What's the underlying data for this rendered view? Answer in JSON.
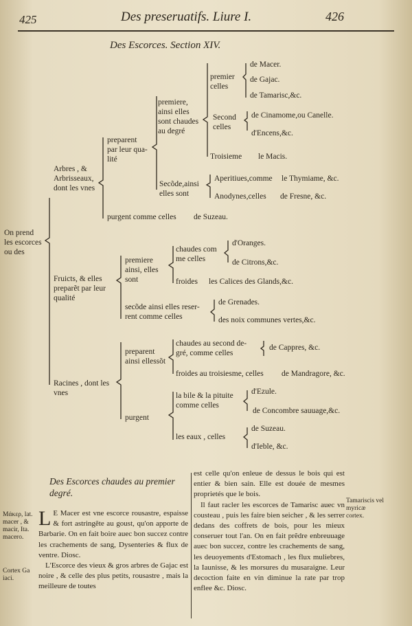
{
  "header": {
    "page_left": "425",
    "title": "Des preseruatifs.  Liure I.",
    "page_right": "426"
  },
  "section_title": "Des Escorces.  Section XIV.",
  "tree": {
    "root": [
      "On prend",
      "les escorces",
      "ou des"
    ],
    "arbres": [
      "Arbres ,  &",
      "Arbrisseaux,",
      "dont les vnes"
    ],
    "preparent": [
      "preparent",
      "par leur qua-",
      "lité"
    ],
    "premiere": [
      "premiere,",
      "ainsi elles",
      "sont chaudes",
      "au degré"
    ],
    "premier_celles": [
      "premier",
      "celles"
    ],
    "premier_items": [
      "de Macer.",
      "de Gajac.",
      "de Tamarisc,&c."
    ],
    "second_celles": [
      "Second",
      "celles"
    ],
    "second_items": [
      "de Cinamome,ou Canelle.",
      "d'Encens,&c."
    ],
    "troisieme": "Troisieme",
    "troisieme_item": "le Macis.",
    "secode": [
      "Secõde,ainsi",
      "elles sont"
    ],
    "secode_items": [
      "Aperitiues,comme",
      "Anodynes,celles"
    ],
    "secode_sub": [
      "le Thymiame, &c.",
      "de Fresne, &c."
    ],
    "purgent_arbres": "purgent comme celles",
    "purgent_arbres_item": "de Suzeau.",
    "fruicts": [
      "Fruicts,  &  elles",
      "preparẽt par leur",
      "qualité"
    ],
    "premiere2": [
      "premiere",
      "ainsi, elles",
      "sont"
    ],
    "chaudes_com": [
      "chaudes com",
      "me celles"
    ],
    "chaudes_items": [
      "d'Oranges.",
      "de Citrons,&c."
    ],
    "froides": "froides",
    "froides_item": "les Calices des Glands,&c.",
    "secode2": [
      "secõde ainsi elles reser-",
      "rent comme celles"
    ],
    "secode2_items": [
      "de Grenades.",
      "des noix communes vertes,&c."
    ],
    "racines": [
      "Racines , dont les",
      "vnes"
    ],
    "preparent2": [
      "preparent",
      "ainsi ellessõt"
    ],
    "chaudes_second": [
      "chaudes au second de-",
      "gré, comme celles"
    ],
    "chaudes_second_item": "de Cappres, &c.",
    "froides3": "froides au troisiesme, celles",
    "froides3_item": "de Mandragore, &c.",
    "purgent2": "purgent",
    "bile": [
      "la bile & la pituite",
      "comme celles"
    ],
    "bile_items": [
      "d'Ezule.",
      "de Concombre sauuage,&c."
    ],
    "eaux": "les eaux , celles",
    "eaux_items": [
      "de Suzeau.",
      "d'Ieble, &c."
    ]
  },
  "subsection_title": "Des Escorces chaudes au premier degré.",
  "margin_notes": {
    "macer": "Μάκερ, lat. macer , & macir, Ita. macero.",
    "gajac": "Cortex Ga iaci.",
    "tamarisc": "Tamariscis vel myricæ cortex."
  },
  "col1": {
    "dropcap": "L",
    "p1": "E Macer est vne escorce rousastre, espaisse & fort astringẽte au goust, qu'on apporte de Barbarie. On en fait boire auec bon succez contre les crachements de sang, Dysenteries & flux de ventre. Diosc.",
    "p2": "L'Escorce des vieux & gros arbres de Gajac est noire , & celle des plus petits, rousastre , mais la meilleure de toutes"
  },
  "col2": {
    "p1": "est celle qu'on enleue de dessus le bois qui est entier & bien sain. Elle est douée de mesmes proprietés que le bois.",
    "p2": "Il faut racler les escorces de Tamarisc auec vn cousteau , puis les faire bien seicher , & les serrer dedans des coffrets de bois, pour les mieux conseruer tout l'an. On en fait prẽdre enbreuuage auec bon succez, contre les crachements de sang, les deuoyements d'Estomach , les flux muliebres, la Iaunisse, & les morsures du musaraigne. Leur decoction faite en vin diminue la rate par trop enflee &c. Diosc."
  }
}
